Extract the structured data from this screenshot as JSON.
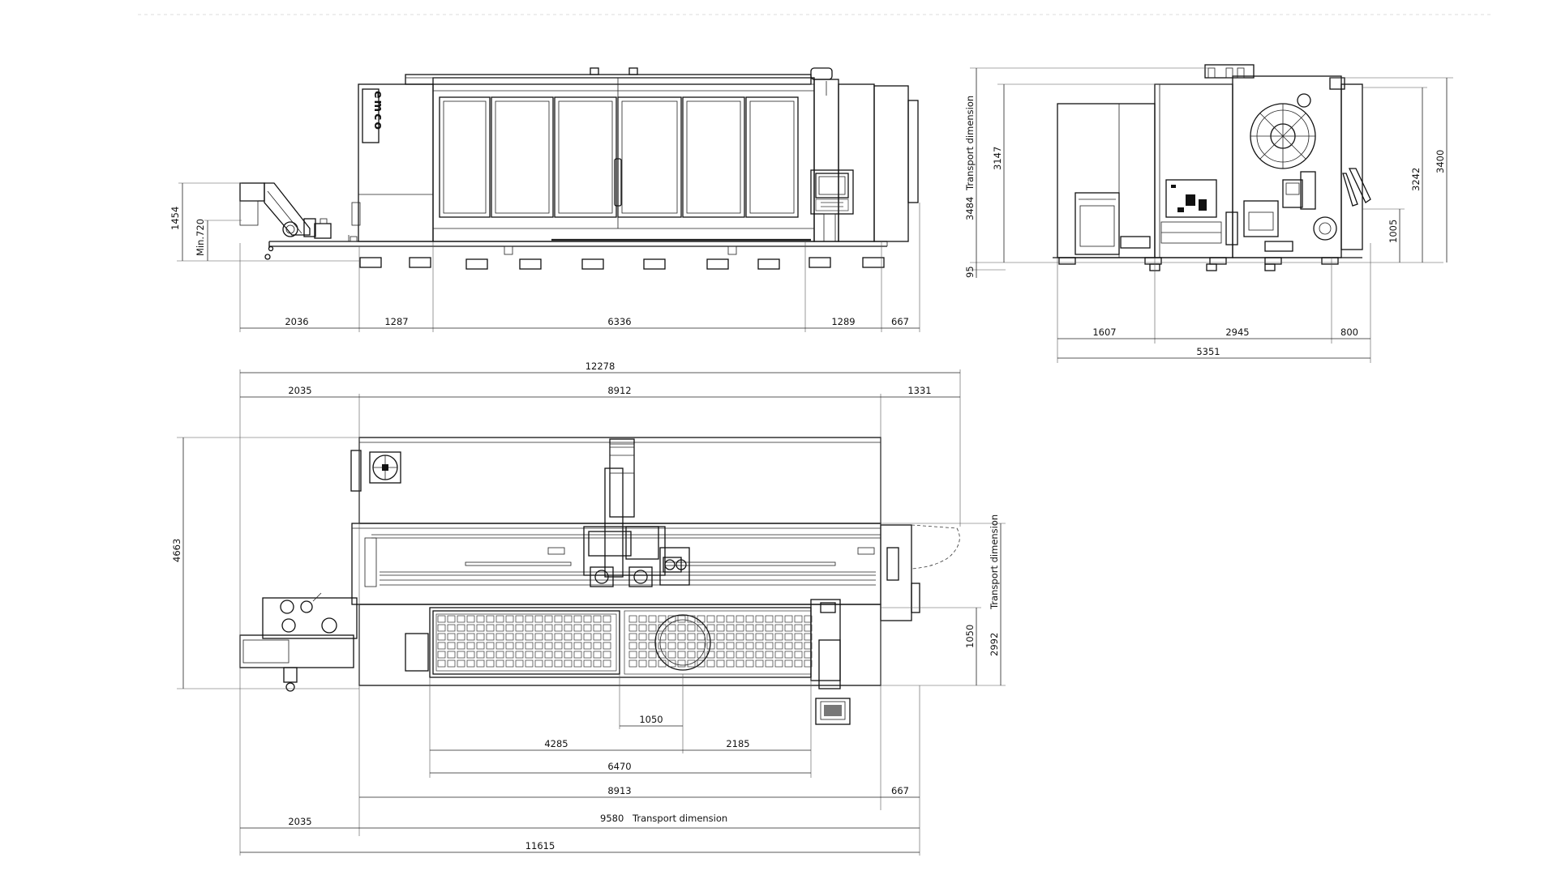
{
  "brand": "emco",
  "front_view": {
    "dims": {
      "height_total": "1454",
      "min_height": "Min.720",
      "seg_chip_conveyor": "2036",
      "seg_left": "1287",
      "seg_main": "6336",
      "seg_right": "1289",
      "seg_end": "667"
    }
  },
  "side_view": {
    "dims": {
      "height_3484": "3484",
      "height_3147": "3147",
      "base_95": "95",
      "height_3400": "3400",
      "height_3242": "3242",
      "height_1005": "1005",
      "seg_1607": "1607",
      "seg_2945": "2945",
      "seg_800": "800",
      "total_5351": "5351"
    },
    "transport_label": "Transport dimension"
  },
  "top_view": {
    "dims": {
      "overall_12278": "12278",
      "seg_2035_top": "2035",
      "seg_8912": "8912",
      "seg_1331": "1331",
      "depth_4663": "4663",
      "depth_1050_right": "1050",
      "depth_2992": "2992",
      "seg_1050_center": "1050",
      "seg_4285": "4285",
      "seg_2185": "2185",
      "seg_6470": "6470",
      "seg_8913": "8913",
      "seg_667": "667",
      "seg_2035_bottom": "2035",
      "seg_9580": "9580",
      "overall_11615": "11615"
    },
    "transport_label_right": "Transport dimension",
    "transport_label_bottom": "Transport dimension"
  }
}
